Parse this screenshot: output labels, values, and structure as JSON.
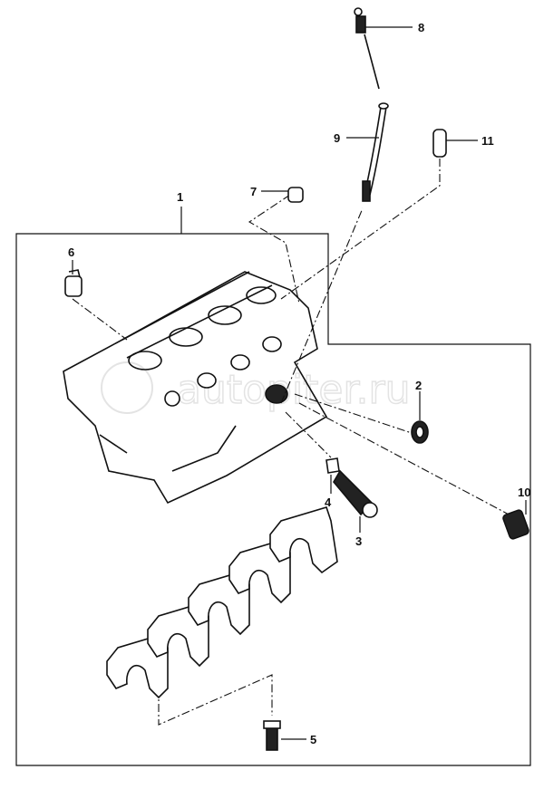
{
  "diagram": {
    "callouts": [
      "1",
      "2",
      "3",
      "4",
      "5",
      "6",
      "7",
      "8",
      "9",
      "10",
      "11"
    ],
    "watermark": "autopiter.ru"
  }
}
